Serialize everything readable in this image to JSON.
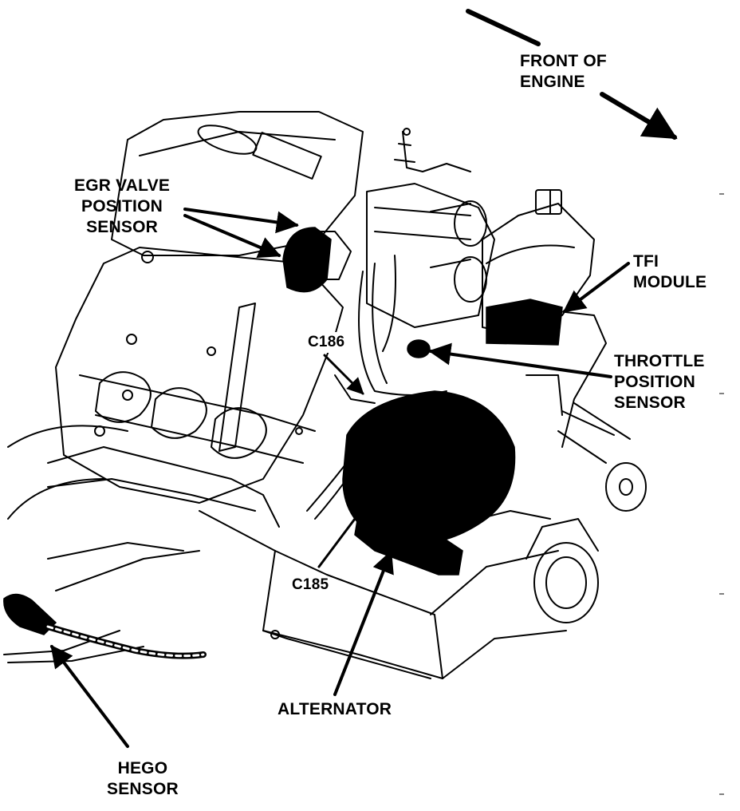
{
  "colors": {
    "ink": "#000000",
    "paper": "#ffffff"
  },
  "labels": {
    "front": {
      "line1": "FRONT OF",
      "line2": "ENGINE"
    },
    "egr": {
      "line1": "EGR VALVE",
      "line2": "POSITION",
      "line3": "SENSOR"
    },
    "tfi": {
      "line1": "TFI",
      "line2": "MODULE"
    },
    "throttle": {
      "line1": "THROTTLE",
      "line2": "POSITION",
      "line3": "SENSOR"
    },
    "c186": "C186",
    "c185": "C185",
    "alternator": "ALTERNATOR",
    "hego": {
      "line1": "HEGO",
      "line2": "SENSOR"
    }
  }
}
